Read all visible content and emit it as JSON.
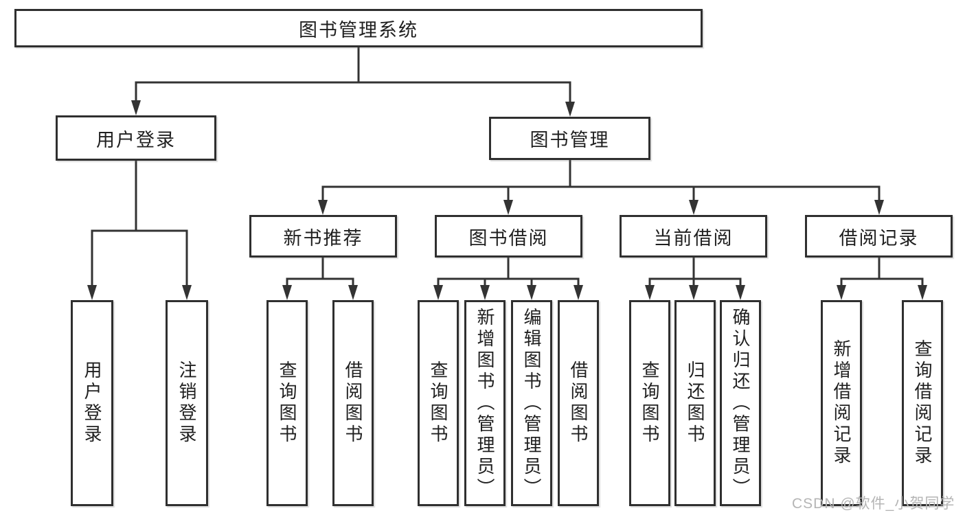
{
  "diagram": {
    "title": "图书管理系统",
    "root": {
      "label": "图书管理系统"
    },
    "level2": [
      {
        "id": "user-login",
        "label": "用户登录"
      },
      {
        "id": "book-management",
        "label": "图书管理"
      }
    ],
    "level3": [
      {
        "id": "new-book-recommend",
        "label": "新书推荐"
      },
      {
        "id": "book-borrowing",
        "label": "图书借阅"
      },
      {
        "id": "current-borrowing",
        "label": "当前借阅"
      },
      {
        "id": "borrowing-records",
        "label": "借阅记录"
      }
    ],
    "leaves": [
      {
        "parent": "用户登录",
        "label": "用户登录"
      },
      {
        "parent": "用户登录",
        "label": "注销登录"
      },
      {
        "parent": "新书推荐",
        "label": "查询图书"
      },
      {
        "parent": "新书推荐",
        "label": "借阅图书"
      },
      {
        "parent": "图书借阅",
        "label": "查询图书"
      },
      {
        "parent": "图书借阅",
        "label": "新增图书（管理员）"
      },
      {
        "parent": "图书借阅",
        "label": "编辑图书（管理员）"
      },
      {
        "parent": "图书借阅",
        "label": "借阅图书"
      },
      {
        "parent": "当前借阅",
        "label": "查询图书"
      },
      {
        "parent": "当前借阅",
        "label": "归还图书"
      },
      {
        "parent": "当前借阅",
        "label": "确认归还（管理员）"
      },
      {
        "parent": "借阅记录",
        "label": "新增借阅记录"
      },
      {
        "parent": "借阅记录",
        "label": "查询借阅记录"
      }
    ]
  },
  "watermark": {
    "text": "CSDN @软件_小贺同学"
  },
  "colors": {
    "line": "#333333",
    "box_border": "#2f2f2f",
    "text": "#1f1f1f",
    "background": "#ffffff",
    "watermark": "#b5b5b5"
  }
}
